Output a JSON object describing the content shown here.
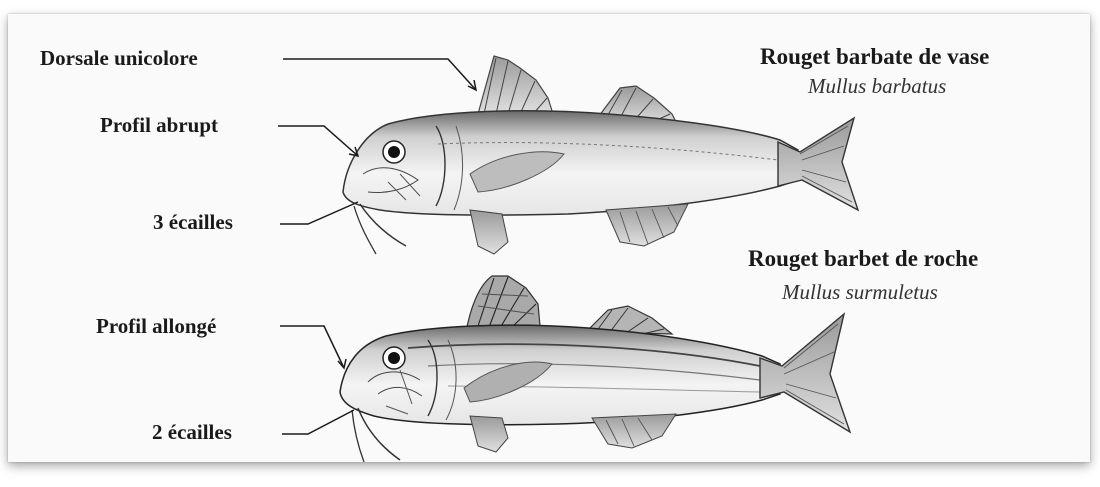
{
  "figure": {
    "labels": {
      "dorsale": "Dorsale unicolore",
      "profil_abrupt": "Profil abrupt",
      "ecailles_3": "3 écailles",
      "profil_allonge": "Profil allongé",
      "ecailles_2": "2 écailles"
    },
    "species_top": {
      "common": "Rouget barbate de vase",
      "latin": "Mullus barbatus"
    },
    "species_bottom": {
      "common": "Rouget barbet de roche",
      "latin": "Mullus surmuletus"
    }
  }
}
